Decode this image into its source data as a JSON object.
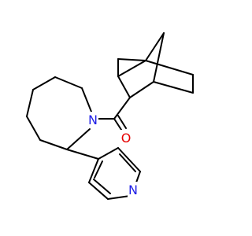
{
  "atoms": [
    {
      "id": "N1",
      "symbol": "N",
      "color": "#1f1fe6"
    },
    {
      "id": "O1",
      "symbol": "O",
      "color": "#e60000"
    },
    {
      "id": "N2",
      "symbol": "N",
      "color": "#1f1fe6"
    }
  ],
  "colors": {
    "bond": "#000000",
    "background": "#ffffff"
  }
}
